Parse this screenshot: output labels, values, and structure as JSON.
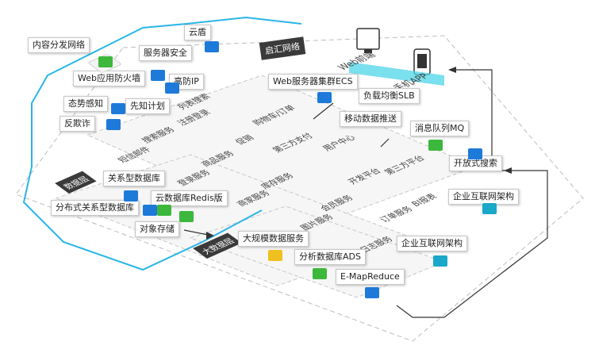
{
  "title": "启汇网络",
  "top_devices": {
    "web_label": "Web前端",
    "mobile_label": "手机APP"
  },
  "labels": {
    "cdn": "内容分发网络",
    "yundun": "云盾",
    "server_security": "服务器安全",
    "waf": "Web应用防火墙",
    "anti_ddos": "高防IP",
    "situation": "态势感知",
    "antifraud": "反欺诈",
    "prior_plan": "先知计划",
    "ecs": "Web服务器集群ECS",
    "slb": "负载均衡SLB",
    "mobile_push": "移动数据推送",
    "mq": "消息队列MQ",
    "open_search": "开放式搜索",
    "enterprise_net_1": "企业互联网架构",
    "rds": "关系型数据库",
    "drds": "分布式关系型数据库",
    "redis": "云数据库Redis版",
    "oss": "对象存储",
    "maxcompute": "大规模数据服务",
    "ads": "分析数据库ADS",
    "enterprise_net_2": "企业互联网架构",
    "emr": "E-MapReduce"
  },
  "platform": {
    "row1": [
      "列表搜索",
      "注册登录",
      "购物车/订单",
      "促销",
      "第三方支付",
      "用户中心",
      "第三方平台"
    ],
    "row2": [
      "搜索服务",
      "商品服务",
      "库存服务",
      "会员服务",
      "开发平台",
      "BI报表"
    ],
    "row3": [
      "短信邮件",
      "登录服务",
      "商家服务",
      "图片服务",
      "订单服务",
      "日志服务"
    ],
    "data_layer": "数据层",
    "big_data": "大数据层"
  },
  "colors": {
    "outline": "#29b6e6",
    "accent_green": "#3cb83c",
    "accent_blue": "#1e7ad9",
    "accent_cyan": "#19a8c9",
    "dashed": "#b8b8b8"
  }
}
